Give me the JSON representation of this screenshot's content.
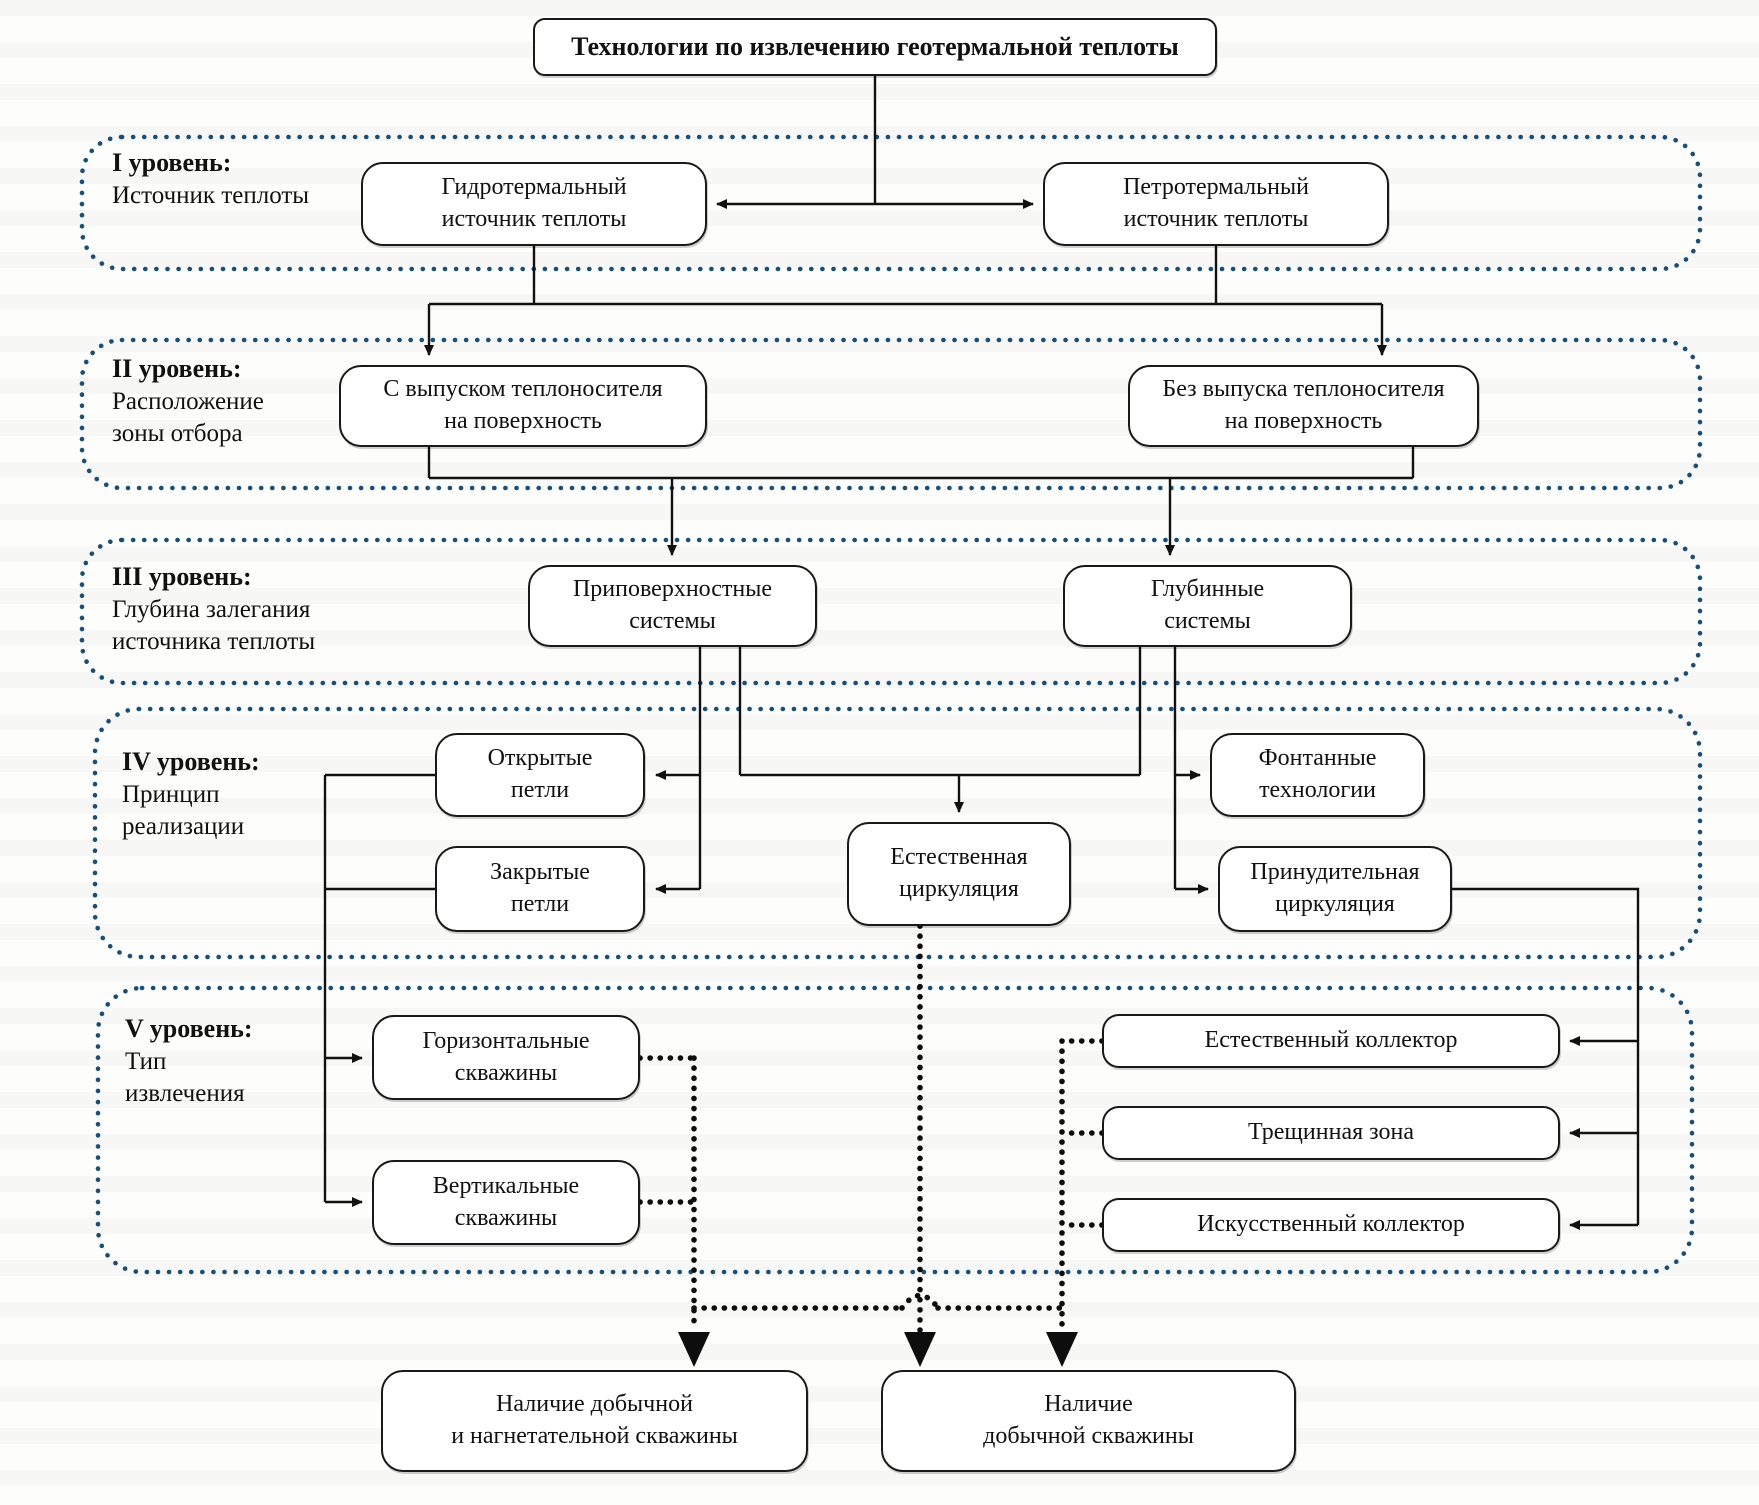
{
  "diagram": {
    "title": "Технологии по извлечению геотермальной теплоты",
    "levels": [
      {
        "title": "I уровень:",
        "subtitle": "Источник теплоты"
      },
      {
        "title": "II уровень:",
        "subtitle": "Расположение\nзоны отбора"
      },
      {
        "title": "III уровень:",
        "subtitle": "Глубина залегания\nисточника теплоты"
      },
      {
        "title": "IV уровень:",
        "subtitle": "Принцип\nреализации"
      },
      {
        "title": "V уровень:",
        "subtitle": "Тип\nизвлечения"
      }
    ],
    "nodes": {
      "hydrothermal": "Гидротермальный\nисточник теплоты",
      "petrothermal": "Петротермальный\nисточник теплоты",
      "with_release": "С выпуском теплоносителя\nна поверхность",
      "without_release": "Без выпуска теплоносителя\nна поверхность",
      "near_surface": "Приповерхностные\nсистемы",
      "deep_systems": "Глубинные\nсистемы",
      "open_loops": "Открытые\nпетли",
      "closed_loops": "Закрытые\nпетли",
      "natural_circulation": "Естественная\nциркуляция",
      "fountain_tech": "Фонтанные\nтехнологии",
      "forced_circulation": "Принудительная\nциркуляция",
      "horizontal_wells": "Горизонтальные\nскважины",
      "vertical_wells": "Вертикальные\nскважины",
      "natural_collector": "Естественный коллектор",
      "fracture_zone": "Трещинная зона",
      "artificial_collector": "Искусственный коллектор",
      "prod_inject_wells": "Наличие добычной\nи нагнетательной скважины",
      "prod_well": "Наличие\nдобычной скважины"
    },
    "colors": {
      "region_border": "#164f7a",
      "connector": "#111111",
      "node_border": "#191919",
      "node_fill": "#ffffff"
    }
  }
}
